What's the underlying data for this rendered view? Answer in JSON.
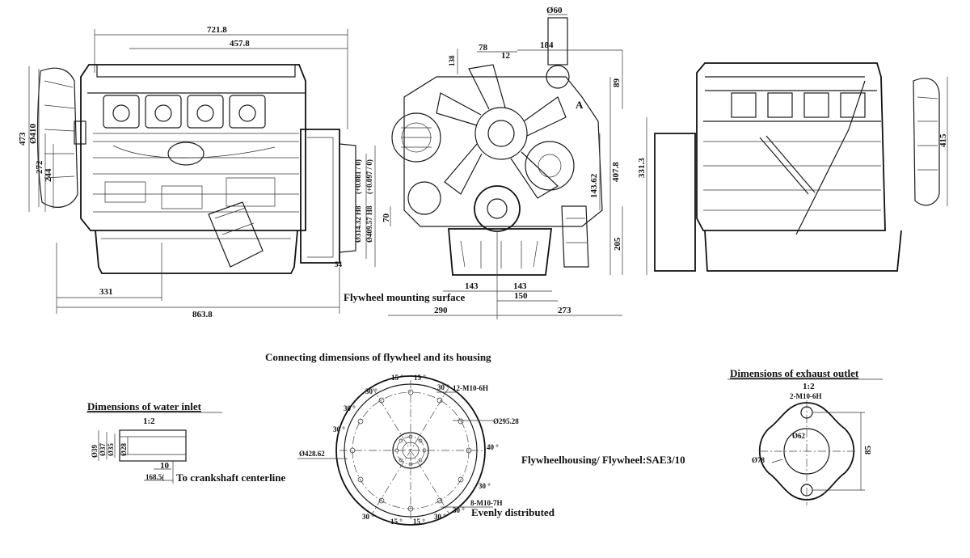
{
  "views": {
    "side": {
      "dims": {
        "overall_top": "721.8",
        "top_inner": "457.8",
        "height_left": "473",
        "dia_fan": "Ø410",
        "h_272": "272",
        "h_244": "244",
        "bottom_left": "331",
        "overall_bottom": "863.8",
        "dia_314": "Ø314.32  H8",
        "tol_314": "(+0.081 / 0)",
        "dia_409": "Ø409.57  H8",
        "tol_409": "(+0.097 / 0)",
        "d54": "54"
      },
      "flywheel_label": "Flywheel mounting surface"
    },
    "front": {
      "dims": {
        "d60": "Ø60",
        "d78": "78",
        "d184": "184",
        "d12": "12",
        "d138": "138",
        "d89": "89",
        "dA": "A",
        "d407": "407.8",
        "d143_62": "143.62",
        "d205": "205",
        "d70": "70",
        "d143a": "143",
        "d143b": "143",
        "d150": "150",
        "d290": "290",
        "d273": "273"
      }
    },
    "rear": {
      "dims": {
        "d331_3": "331.3",
        "d415": "415"
      }
    }
  },
  "water_inlet": {
    "title": "Dimensions of water inlet",
    "scale": "1:2",
    "d39": "Ø39",
    "d37": "Ø37",
    "d35": "Ø35",
    "d28": "Ø28",
    "d10": "10",
    "d168": "168.5(",
    "note": "To crankshaft centerline"
  },
  "flywheel": {
    "title": "Connecting dimensions of flywheel and its housing",
    "bolt_top": "12-M10-6H",
    "dia_295": "Ø295.28",
    "dia_428": "Ø428.62",
    "bolt_bottom": "8-M10-7H",
    "evenly": "Evenly distributed",
    "spec": "Flywheelhousing/ Flywheel:SAE3/10",
    "angles": {
      "a15_top_l": "15 °",
      "a15_top_r": "15 °",
      "a30_tl1": "30 °",
      "a30_tr1": "30 °",
      "a30_l2": "30 °",
      "a30_l3": "30 °",
      "a40": "40 °",
      "a30_r3": "30 °",
      "a30_br": "30 °",
      "a30_bl": "30 °",
      "a15_bot_l": "15 °",
      "a15_bot_r": "15 °",
      "a30_b2": "30 °"
    }
  },
  "exhaust": {
    "title": "Dimensions of exhaust outlet",
    "scale": "1:2",
    "bolt": "2-M10-6H",
    "d62": "Ø62",
    "d78": "Ø78",
    "d85": "85"
  }
}
